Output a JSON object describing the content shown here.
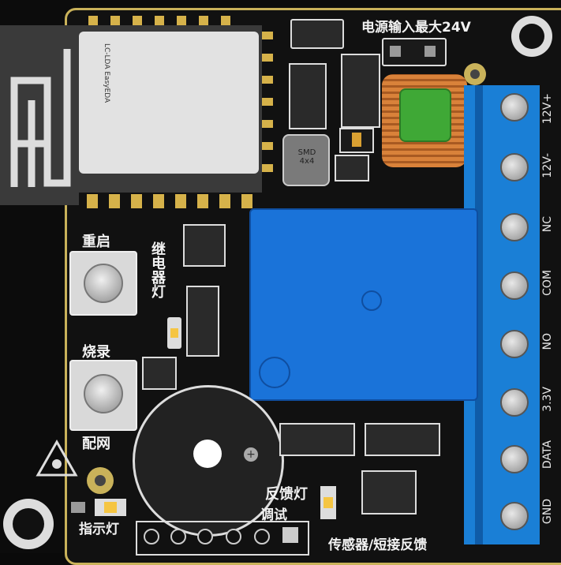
{
  "labels": {
    "power_input": "电源输入最大24V",
    "reset": "重启",
    "relay_led": "继电器灯",
    "flash": "烧录",
    "pairing": "配网",
    "indicator": "指示灯",
    "feedback_led": "反馈灯",
    "debug": "调试",
    "sensor_feedback": "传感器/短接反馈",
    "smd_inductor": "SMD\n4x4"
  },
  "terminals": [
    "12V+",
    "12V-",
    "NC",
    "COM",
    "NO",
    "3.3V",
    "DATA",
    "GND"
  ],
  "module": {
    "brand_lines": [
      "LC-LDA",
      "EasyEDA"
    ]
  },
  "colors": {
    "terminal": "#1a7fd6",
    "relay": "#1a73d9",
    "antenna": "#3a3a3a",
    "gold_pad": "#d6b24a",
    "inductor": "#3fa836"
  }
}
